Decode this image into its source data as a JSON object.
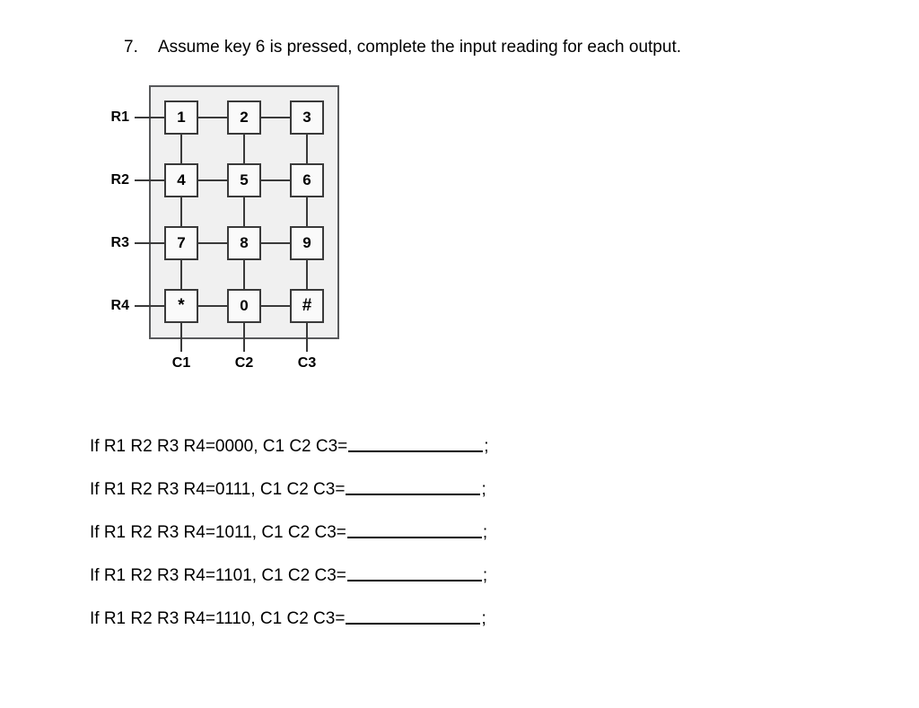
{
  "question": {
    "number": "7.",
    "text": "Assume key 6 is pressed, complete the input reading for each output."
  },
  "keypad": {
    "row_labels": [
      "R1",
      "R2",
      "R3",
      "R4"
    ],
    "col_labels": [
      "C1",
      "C2",
      "C3"
    ],
    "keys": [
      [
        "1",
        "2",
        "3"
      ],
      [
        "4",
        "5",
        "6"
      ],
      [
        "7",
        "8",
        "9"
      ],
      [
        "*",
        "0",
        "#"
      ]
    ],
    "panel_color": "#f0f0f0",
    "key_color": "#fafafa",
    "wire_color": "#3a3a3a"
  },
  "answers": [
    {
      "prefix": "If R1 R2 R3 R4=0000, C1 C2 C3=",
      "value": "",
      "suffix": ";"
    },
    {
      "prefix": "If R1 R2 R3 R4=0111, C1 C2 C3=",
      "value": "",
      "suffix": ";"
    },
    {
      "prefix": "If R1 R2 R3 R4=1011, C1 C2 C3=",
      "value": "",
      "suffix": ";"
    },
    {
      "prefix": "If R1 R2 R3 R4=1101, C1 C2 C3=",
      "value": "",
      "suffix": ";"
    },
    {
      "prefix": "If R1 R2 R3 R4=1110, C1 C2 C3=",
      "value": "",
      "suffix": ";"
    }
  ]
}
